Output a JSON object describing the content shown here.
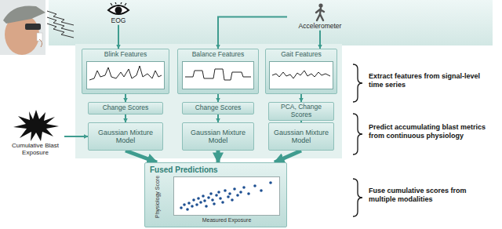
{
  "diagram": {
    "nodes": [
      {
        "text": [
          "EOG"
        ]
      },
      {
        "text": [
          "Accelerometer"
        ]
      },
      {
        "text": [
          "Blink Features"
        ]
      },
      {
        "text": [
          "Balance Features"
        ]
      },
      {
        "text": [
          "Gait Features"
        ]
      },
      {
        "text": [
          "Change Scores"
        ]
      },
      {
        "text": [
          "Change Scores"
        ]
      },
      {
        "text": [
          "PCA, Change Scores"
        ]
      },
      {
        "text": [
          "Cumulative Blast Exposure"
        ]
      },
      {
        "text": [
          "Gaussian Mixture Model"
        ]
      },
      {
        "text": [
          "Gaussian Mixture Model"
        ]
      },
      {
        "text": [
          "Gaussian Mixture Model"
        ]
      },
      {
        "text": [
          "Fused Predictions",
          "Physiology Score",
          "Measured Exposure"
        ]
      }
    ],
    "edges": [
      {
        "from": 0,
        "to": 2,
        "arrow": "to"
      },
      {
        "from": 1,
        "to": 3,
        "arrow": "to"
      },
      {
        "from": 1,
        "to": 4,
        "arrow": "to"
      },
      {
        "from": 2,
        "to": 5,
        "arrow": "to"
      },
      {
        "from": 3,
        "to": 6,
        "arrow": "to"
      },
      {
        "from": 4,
        "to": 7,
        "arrow": "to"
      },
      {
        "from": 5,
        "to": 9,
        "arrow": "to"
      },
      {
        "from": 6,
        "to": 10,
        "arrow": "to"
      },
      {
        "from": 7,
        "to": 11,
        "arrow": "to"
      },
      {
        "from": 8,
        "to": 9,
        "arrow": "to"
      },
      {
        "from": 9,
        "to": 12,
        "arrow": "to"
      },
      {
        "from": 10,
        "to": 12,
        "arrow": "to"
      },
      {
        "from": 11,
        "to": 12,
        "arrow": "to"
      }
    ],
    "labels": [
      "Extract features from signal-level time series",
      "Predict accumulating blast metrics from continuous physiology",
      "Fuse cumulative scores from multiple modalities"
    ]
  }
}
